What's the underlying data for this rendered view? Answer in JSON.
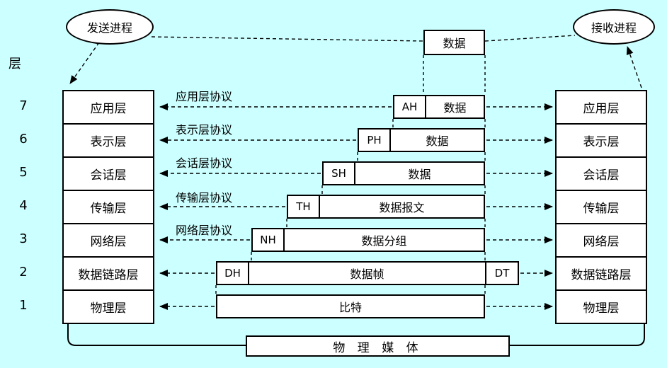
{
  "colors": {
    "background": "#ccffff",
    "box_bg": "#ffffff",
    "line": "#000000"
  },
  "axis": {
    "label": "层",
    "numbers": [
      "7",
      "6",
      "5",
      "4",
      "3",
      "2",
      "1"
    ]
  },
  "sender_process": "发送进程",
  "receiver_process": "接收进程",
  "left_stack": {
    "layers": [
      "应用层",
      "表示层",
      "会话层",
      "传输层",
      "网络层",
      "数据链路层",
      "物理层"
    ]
  },
  "right_stack": {
    "layers": [
      "应用层",
      "表示层",
      "会话层",
      "传输层",
      "网络层",
      "数据链路层",
      "物理层"
    ]
  },
  "protocol_labels": [
    "应用层协议",
    "表示层协议",
    "会话层协议",
    "传输层协议",
    "网络层协议"
  ],
  "top_data_box": "数据",
  "pdus": {
    "l7": {
      "header": "AH",
      "body": "数据"
    },
    "l6": {
      "header": "PH",
      "body": "数据"
    },
    "l5": {
      "header": "SH",
      "body": "数据"
    },
    "l4": {
      "header": "TH",
      "body": "数据报文"
    },
    "l3": {
      "header": "NH",
      "body": "数据分组"
    },
    "l2": {
      "header": "DH",
      "body": "数据帧",
      "trailer": "DT"
    },
    "l1": {
      "body": "比特"
    }
  },
  "physical_medium": "物 理 媒 体"
}
